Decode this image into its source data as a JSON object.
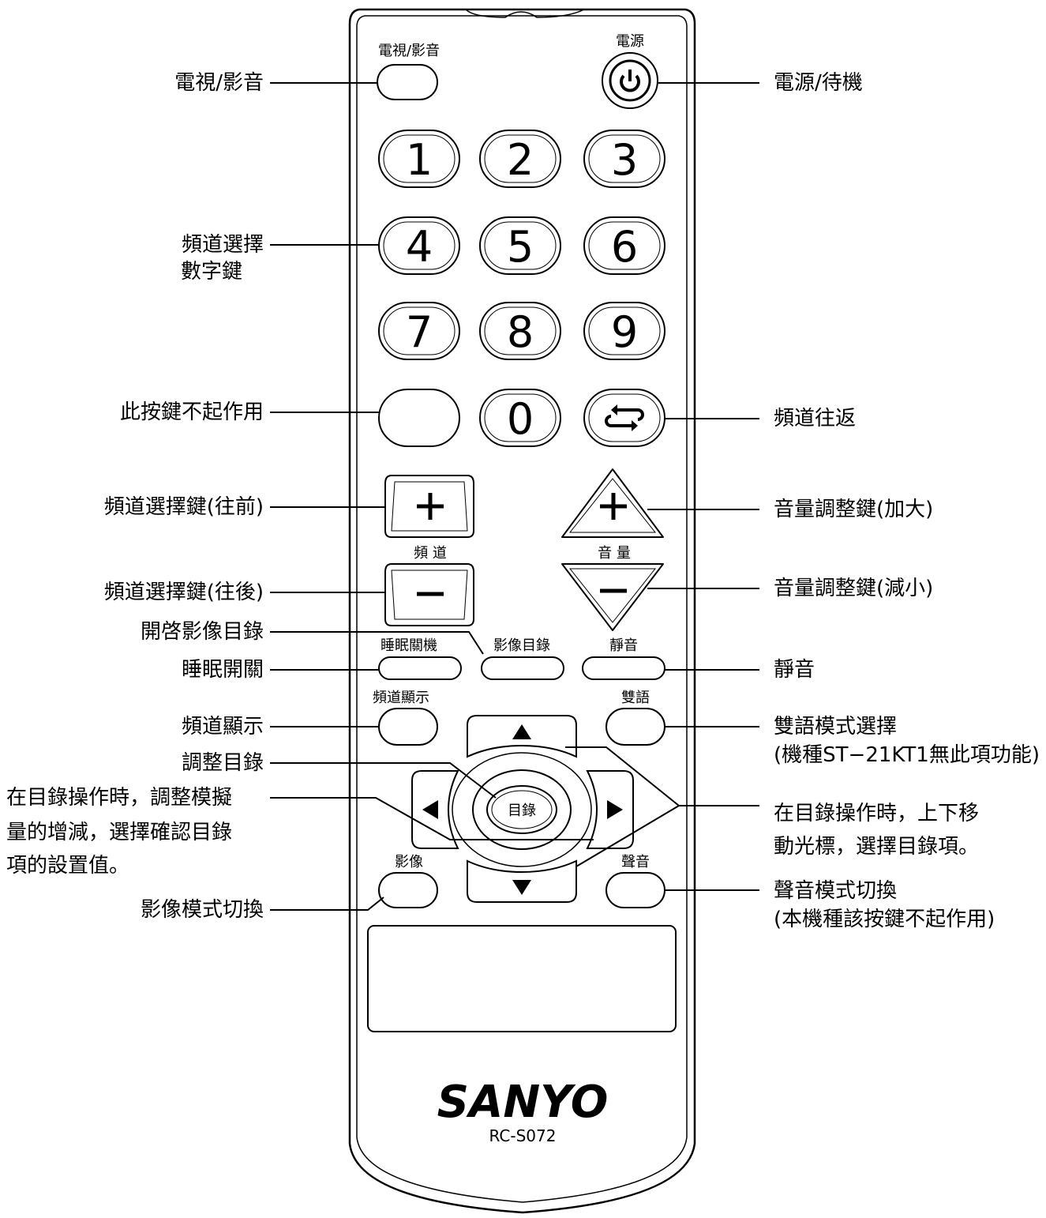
{
  "button_labels": {
    "tv_av": "電視/影音",
    "power": "電源",
    "channel": "頻 道",
    "volume": "音 量",
    "sleep": "睡眠關機",
    "picture_menu": "影像目錄",
    "mute": "靜音",
    "display": "頻道顯示",
    "bilingual": "雙語",
    "picture": "影像",
    "sound": "聲音",
    "menu": "目錄"
  },
  "digits": [
    "1",
    "2",
    "3",
    "4",
    "5",
    "6",
    "7",
    "8",
    "9",
    "0"
  ],
  "brand": "SANYO",
  "model": "RC-S072",
  "callouts_left": {
    "tv_av": "電視/影音",
    "numeric": [
      "頻道選擇",
      "數字鍵"
    ],
    "inactive": "此按鍵不起作用",
    "ch_up": "頻道選擇鍵(往前)",
    "ch_down": "頻道選擇鍵(往後)",
    "open_menu": "開啓影像目錄",
    "sleep": "睡眠開關",
    "display": "頻道顯示",
    "adjust_menu": "調整目錄",
    "menu_adjust": [
      "在目錄操作時，調整模擬",
      "量的增減，選擇確認目錄",
      "項的設置值。"
    ],
    "picture_mode": "影像模式切換"
  },
  "callouts_right": {
    "power": "電源/待機",
    "recall": "頻道往返",
    "vol_up": "音量調整鍵(加大)",
    "vol_down": "音量調整鍵(減小)",
    "mute": "靜音",
    "bilingual": [
      "雙語模式選擇",
      "(機種ST−21KT1無此項功能)"
    ],
    "menu_move": [
      "在目錄操作時，上下移",
      "動光標，選擇目錄項。"
    ],
    "sound_mode": [
      "聲音模式切換",
      "(本機種該按鍵不起作用)"
    ]
  },
  "icons": [
    "power-icon",
    "recall-icon",
    "plus-icon",
    "minus-icon",
    "arrow-up-icon",
    "arrow-down-icon",
    "arrow-left-icon",
    "arrow-right-icon"
  ]
}
